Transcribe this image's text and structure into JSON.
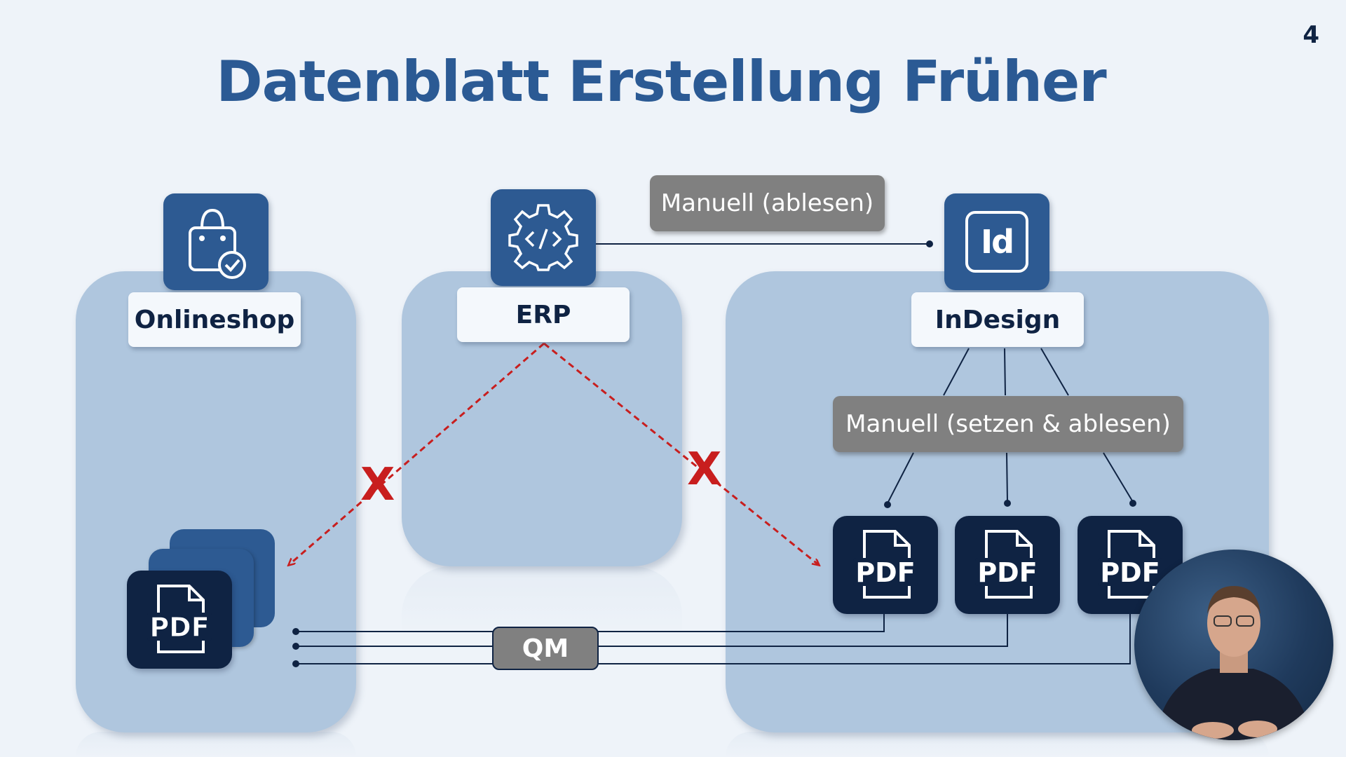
{
  "page_number": "4",
  "title": "Datenblatt Erstellung Früher",
  "nodes": {
    "onlineshop": {
      "label": "Onlineshop",
      "icon": "shopping-bag-check-icon"
    },
    "erp": {
      "label": "ERP",
      "icon": "gear-code-icon"
    },
    "indesign": {
      "label": "InDesign",
      "icon": "indesign-icon",
      "icon_text": "Id"
    }
  },
  "annotations": {
    "manual_read": "Manuell (ablesen)",
    "manual_set_read": "Manuell (setzen & ablesen)",
    "qm": "QM",
    "blocked_mark": "X"
  },
  "pdf_label": "PDF",
  "colors": {
    "title": "#2b5a94",
    "tile": "#2d5a92",
    "pdf_tile": "#0f2343",
    "panel": "#afc6de",
    "blocked_arrow": "#c81e1e",
    "annotation_box": "#808080"
  }
}
